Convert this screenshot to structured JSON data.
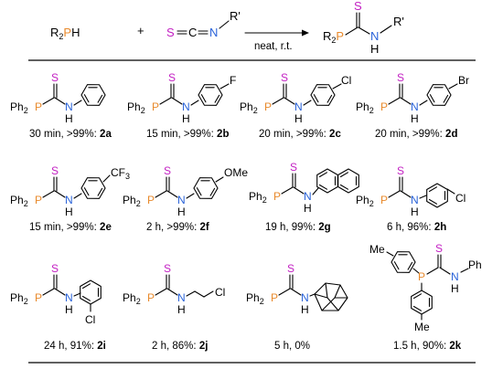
{
  "reaction": {
    "reactant_1": "R2PH",
    "plus": "+",
    "reactant_2": "S=C=N-R'",
    "conditions": "neat, r.t.",
    "product": "R2P-C(=S)-NH-R'"
  },
  "compounds": [
    {
      "id": "2a",
      "substituent": "",
      "time": "30 min",
      "yield": ">99%"
    },
    {
      "id": "2b",
      "substituent": "F",
      "time": "15 min",
      "yield": ">99%"
    },
    {
      "id": "2c",
      "substituent": "Cl",
      "time": "20 min",
      "yield": ">99%"
    },
    {
      "id": "2d",
      "substituent": "Br",
      "time": "20 min",
      "yield": ">99%"
    },
    {
      "id": "2e",
      "substituent": "CF3",
      "time": "15 min",
      "yield": ">99%"
    },
    {
      "id": "2f",
      "substituent": "OMe",
      "time": "2 h",
      "yield": ">99%"
    },
    {
      "id": "2g",
      "substituent": "",
      "time": "19 h",
      "yield": "99%"
    },
    {
      "id": "2h",
      "substituent": "Cl",
      "time": "6 h",
      "yield": "96%"
    },
    {
      "id": "2i",
      "substituent": "Cl",
      "time": "24 h",
      "yield": "91%"
    },
    {
      "id": "2j",
      "substituent": "Cl",
      "time": "2 h",
      "yield": "86%"
    },
    {
      "id": "",
      "substituent": "",
      "time": "5 h",
      "yield": "0%"
    },
    {
      "id": "2k",
      "substituent": "Ph",
      "time": "1.5 h",
      "yield": "90%"
    }
  ],
  "atoms": {
    "P": "P",
    "N": "N",
    "S": "S",
    "H": "H",
    "Ph": "Ph",
    "Me": "Me"
  },
  "colors": {
    "P": "#e8892b",
    "N": "#2a63d9",
    "S": "#c21fc2"
  }
}
